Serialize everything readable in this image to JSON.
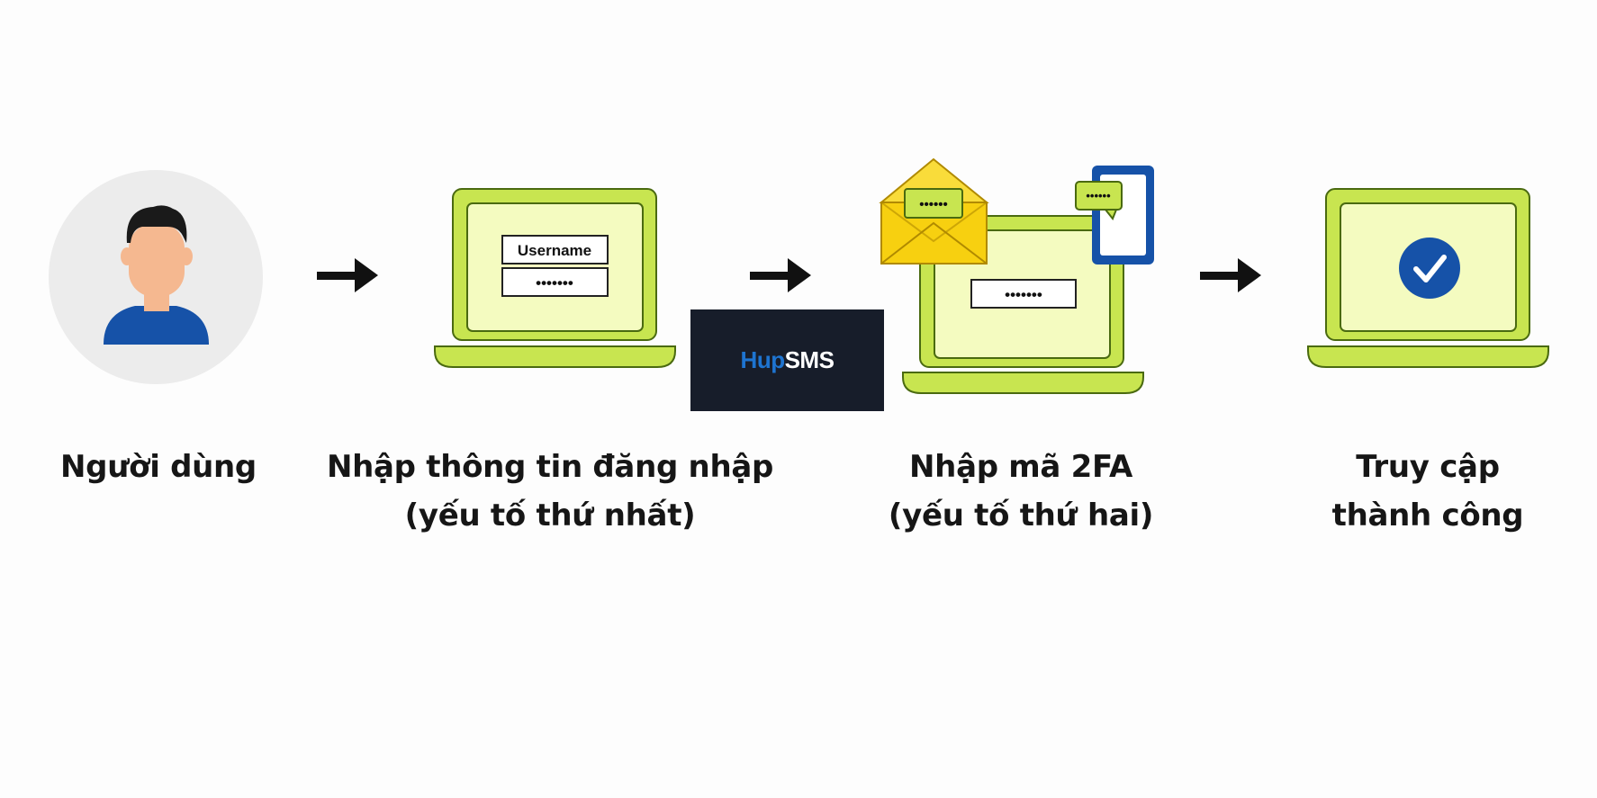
{
  "steps": [
    {
      "id": "user",
      "label_lines": [
        "Người dùng"
      ]
    },
    {
      "id": "credentials",
      "label_lines": [
        "Nhập thông tin đăng nhập",
        "(yếu tố thứ nhất)"
      ]
    },
    {
      "id": "twofa",
      "label_lines": [
        "Nhập mã 2FA",
        "(yếu tố thứ hai)"
      ]
    },
    {
      "id": "success",
      "label_lines": [
        "Truy cập",
        "thành công"
      ]
    }
  ],
  "login_form": {
    "username_text": "Username",
    "password_mask": "•••••••"
  },
  "twofa_form": {
    "email_code_mask": "••••••",
    "sms_code_mask": "••••••",
    "code_field_mask": "•••••••"
  },
  "brand": {
    "part1": "Hup",
    "part2": "SMS"
  },
  "colors": {
    "laptop_body": "#c8e550",
    "laptop_screen": "#f4fbc0",
    "outline": "#4a6a10",
    "avatar_bg": "#ececec",
    "skin": "#f5b890",
    "hair": "#1a1a1a",
    "shirt": "#1652a8",
    "envelope": "#f7d010",
    "phone": "#1652a8",
    "check_badge": "#1652a8",
    "arrow": "#111111",
    "brand_bg": "#171d2a",
    "brand_blue": "#1e74d0"
  },
  "icons": [
    "user-icon",
    "arrow-right-icon",
    "laptop-icon",
    "envelope-icon",
    "phone-icon",
    "sms-bubble-icon",
    "check-icon"
  ]
}
